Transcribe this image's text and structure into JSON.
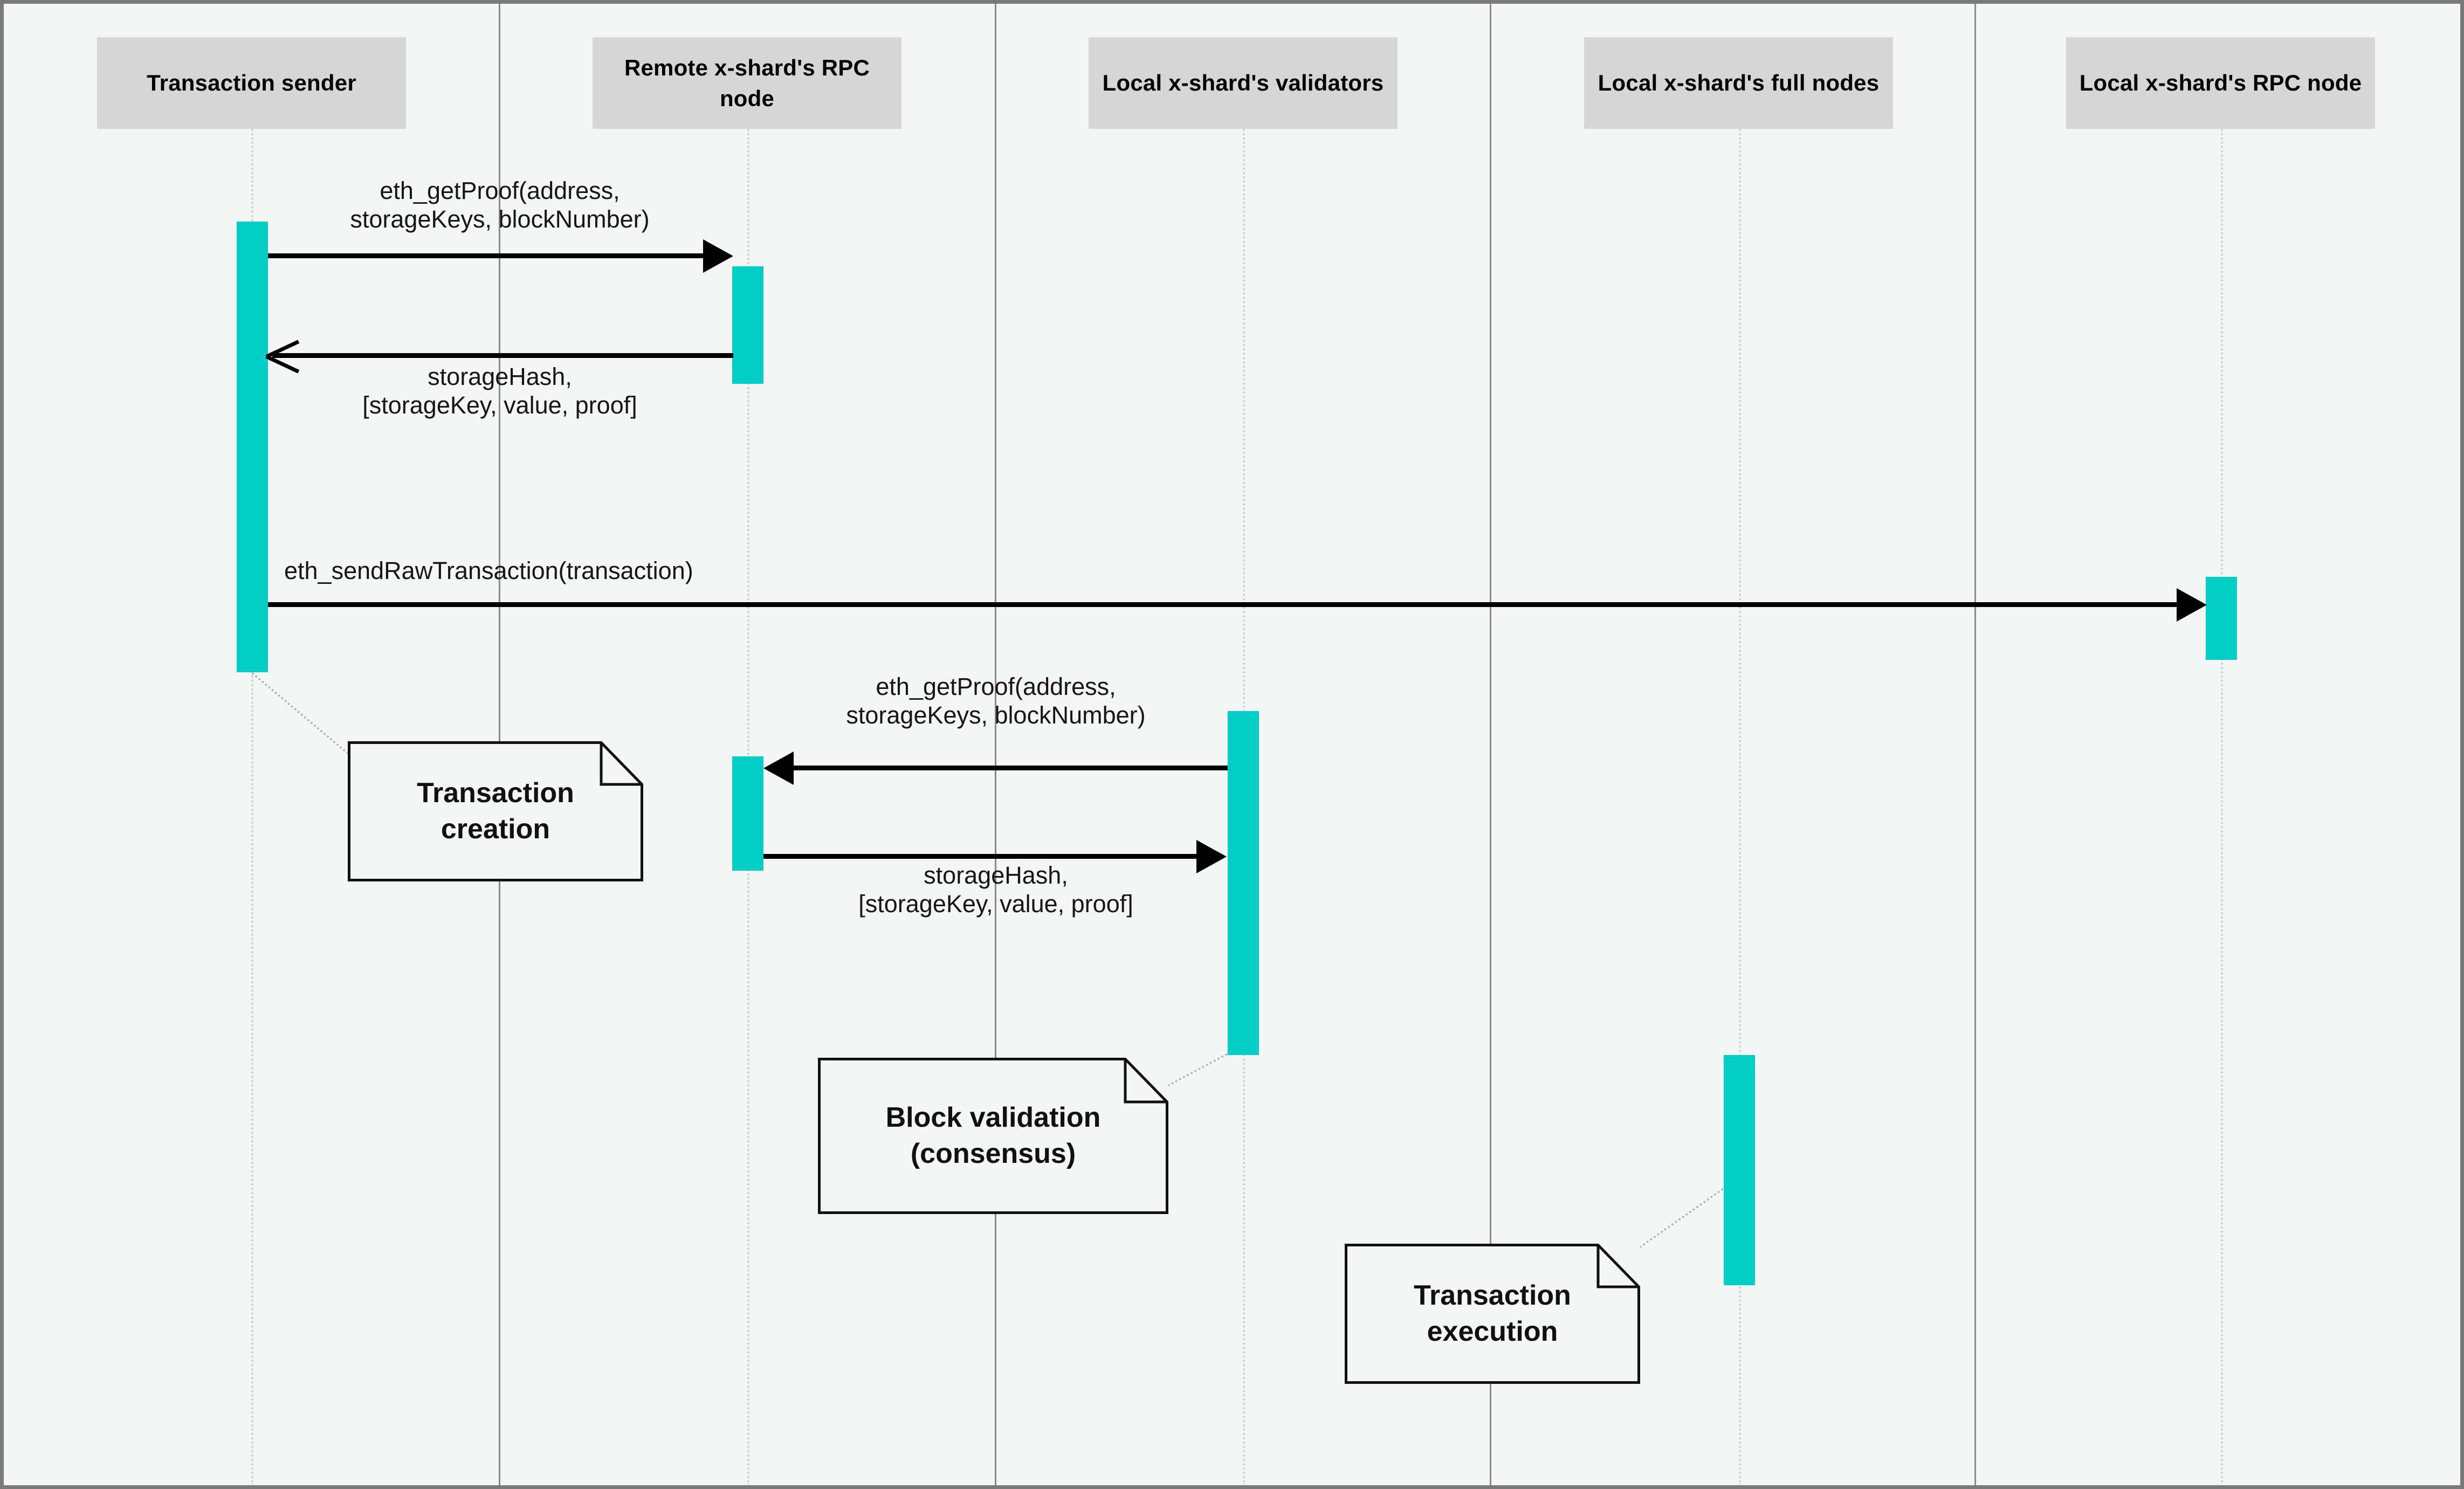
{
  "diagram": {
    "title": "Cross-shard transaction sequence",
    "type": "sequence-diagram",
    "colors": {
      "background": "#f4f5f5",
      "border": "#7a7a7a",
      "activation": "#04cfc6",
      "actor_box": "#d6d6d6",
      "line": "#000000",
      "lifeline": "#cfd0d0",
      "lane_separator": "#8a8a8a"
    }
  },
  "participants": [
    {
      "id": "sender",
      "label": "Transaction sender"
    },
    {
      "id": "remote_rpc",
      "label": "Remote x-shard's\nRPC node"
    },
    {
      "id": "validators",
      "label": "Local x-shard's\nvalidators"
    },
    {
      "id": "full_nodes",
      "label": "Local x-shard's\nfull nodes"
    },
    {
      "id": "local_rpc",
      "label": "Local x-shard's RPC\nnode"
    }
  ],
  "messages": [
    {
      "id": "m1",
      "from": "sender",
      "to": "remote_rpc",
      "direction": "right",
      "label": "eth_getProof(address,\nstorageKeys, blockNumber)"
    },
    {
      "id": "m2",
      "from": "remote_rpc",
      "to": "sender",
      "direction": "left",
      "label": "storageHash,\n[storageKey, value, proof]"
    },
    {
      "id": "m3",
      "from": "sender",
      "to": "local_rpc",
      "direction": "right",
      "label": "eth_sendRawTransaction(transaction)"
    },
    {
      "id": "m4",
      "from": "validators",
      "to": "remote_rpc",
      "direction": "left",
      "label": "eth_getProof(address,\nstorageKeys, blockNumber)"
    },
    {
      "id": "m5",
      "from": "remote_rpc",
      "to": "validators",
      "direction": "right",
      "label": "storageHash,\n[storageKey, value, proof]"
    }
  ],
  "notes": [
    {
      "id": "n1",
      "label": "Transaction\ncreation",
      "anchor": "sender"
    },
    {
      "id": "n2",
      "label": "Block validation\n(consensus)",
      "anchor": "validators"
    },
    {
      "id": "n3",
      "label": "Transaction\nexecution",
      "anchor": "full_nodes"
    }
  ]
}
